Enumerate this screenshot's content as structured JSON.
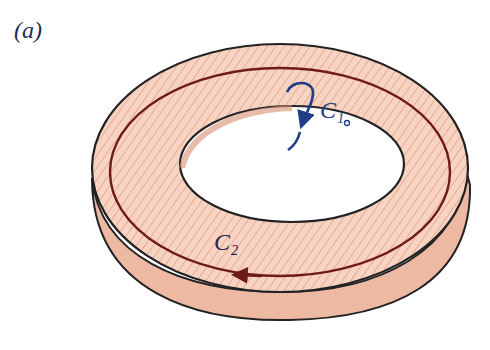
{
  "diagram": {
    "labels": [
      "(a)",
      "C₁",
      "C₂"
    ]
  }
}
